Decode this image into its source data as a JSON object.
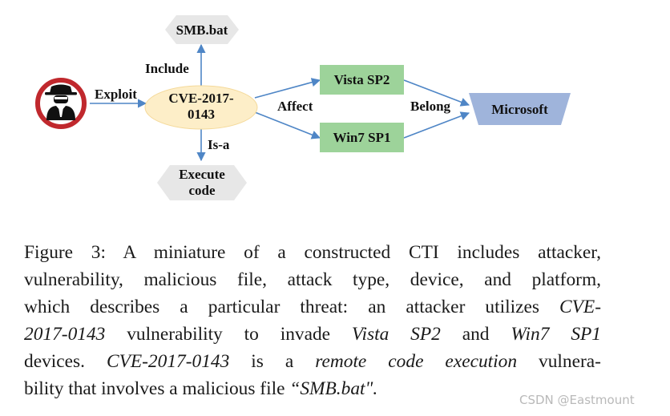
{
  "diagram": {
    "nodes": {
      "attacker": {
        "icon": "hacker-icon"
      },
      "cve": {
        "label_line1": "CVE-2017-",
        "label_line2": "0143"
      },
      "smb": {
        "label": "SMB.bat"
      },
      "execute": {
        "label_line1": "Execute",
        "label_line2": "code"
      },
      "vista": {
        "label": "Vista SP2"
      },
      "win7": {
        "label": "Win7 SP1"
      },
      "microsoft": {
        "label": "Microsoft"
      }
    },
    "edges": {
      "exploit": "Exploit",
      "include": "Include",
      "isa": "Is-a",
      "affect": "Affect",
      "belong": "Belong"
    },
    "colors": {
      "cve_fill": "#fdeec8",
      "vuln_box_fill": "#9dd39a",
      "platform_fill": "#9fb4db",
      "hexagon_fill": "#e7e7e7",
      "arrow": "#4f86c6",
      "attacker_ring": "#c0282d"
    }
  },
  "caption": {
    "line1": "Figure 3: A miniature of a constructed CTI includes attacker,",
    "line2": "vulnerability, malicious file, attack type, device, and platform,",
    "line3_a": "which describes a particular threat: an attacker utilizes ",
    "line3_b": "CVE-",
    "line4_a": "2017-0143",
    "line4_b": " vulnerability to invade ",
    "line4_c": "Vista SP2",
    "line4_d": " and ",
    "line4_e": "Win7 SP1",
    "line5_a": "devices. ",
    "line5_b": "CVE-2017-0143",
    "line5_c": " is a ",
    "line5_d": "remote code execution",
    "line5_e": " vulnera-",
    "line6_a": "bility that involves a malicious file ",
    "line6_b": "“SMB.bat\".",
    "watermark": "CSDN @Eastmount"
  }
}
